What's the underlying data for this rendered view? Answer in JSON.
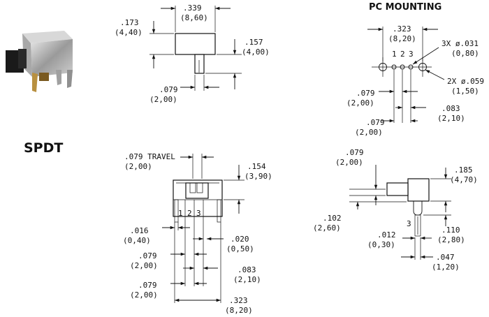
{
  "product": {
    "type_label": "SPDT",
    "section_title": "PC MOUNTING",
    "photo_icon": "slide-switch-photo"
  },
  "top_view": {
    "width_in": ".339",
    "width_mm": "(8,60)",
    "height_in": ".173",
    "height_mm": "(4,40)",
    "pin_len_in": ".157",
    "pin_len_mm": "(4,00)",
    "pin_w_in": ".079",
    "pin_w_mm": "(2,00)"
  },
  "pc_mounting": {
    "span_in": ".323",
    "span_mm": "(8,20)",
    "pin_labels": [
      "1",
      "2",
      "3"
    ],
    "holes_small_in": "3X ø.031",
    "holes_small_mm": "(0,80)",
    "holes_large_in": "2X ø.059",
    "holes_large_mm": "(1,50)",
    "offset1_in": ".079",
    "offset1_mm": "(2,00)",
    "offset2_in": ".079",
    "offset2_mm": "(2,00)",
    "pitch_in": ".083",
    "pitch_mm": "(2,10)"
  },
  "front_view": {
    "travel_in": ".079 TRAVEL",
    "travel_mm": "(2,00)",
    "height_in": ".154",
    "height_mm": "(3,90)",
    "pin_labels": [
      "1",
      "2",
      "3"
    ],
    "d016_in": ".016",
    "d016_mm": "(0,40)",
    "d020_in": ".020",
    "d020_mm": "(0,50)",
    "d079a_in": ".079",
    "d079a_mm": "(2,00)",
    "d083_in": ".083",
    "d083_mm": "(2,10)",
    "d079b_in": ".079",
    "d079b_mm": "(2,00)",
    "d323_in": ".323",
    "d323_mm": "(8,20)"
  },
  "side_view": {
    "d079_in": ".079",
    "d079_mm": "(2,00)",
    "d185_in": ".185",
    "d185_mm": "(4,70)",
    "d102_in": ".102",
    "d102_mm": "(2,60)",
    "pin_label": "3",
    "d110_in": ".110",
    "d110_mm": "(2,80)",
    "d012_in": ".012",
    "d012_mm": "(0,30)",
    "d047_in": ".047",
    "d047_mm": "(1,20)"
  }
}
